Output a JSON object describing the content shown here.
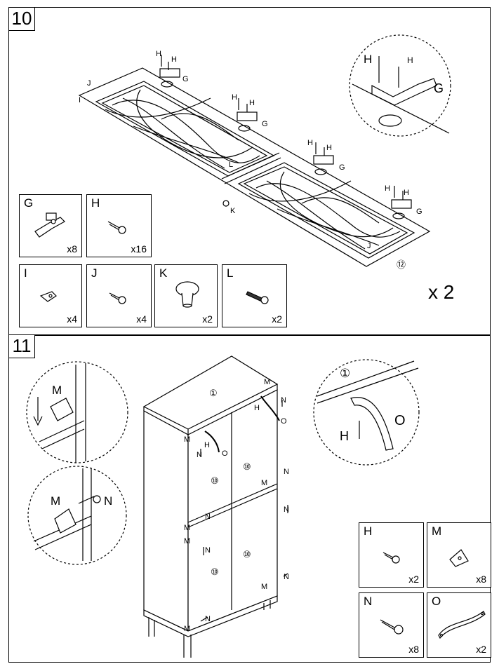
{
  "steps": [
    {
      "number": "10",
      "multiplier": "x 2"
    },
    {
      "number": "11"
    }
  ],
  "step10_parts": [
    {
      "letter": "G",
      "qty": "x8",
      "icon": "hinge-icon"
    },
    {
      "letter": "H",
      "qty": "x16",
      "icon": "screw-icon"
    },
    {
      "letter": "I",
      "qty": "x4",
      "icon": "plate-icon"
    },
    {
      "letter": "J",
      "qty": "x4",
      "icon": "screw-icon"
    },
    {
      "letter": "K",
      "qty": "x2",
      "icon": "knob-icon"
    },
    {
      "letter": "L",
      "qty": "x2",
      "icon": "bolt-icon"
    }
  ],
  "step11_parts": [
    {
      "letter": "H",
      "qty": "x2",
      "icon": "screw-icon"
    },
    {
      "letter": "M",
      "qty": "x8",
      "icon": "bracket-icon"
    },
    {
      "letter": "N",
      "qty": "x8",
      "icon": "screw-icon"
    },
    {
      "letter": "O",
      "qty": "x2",
      "icon": "handle-icon"
    }
  ],
  "labels": {
    "G": "G",
    "H": "H",
    "I": "I",
    "J": "J",
    "K": "K",
    "L": "L",
    "M": "M",
    "N": "N",
    "O": "O",
    "circ1": "①",
    "circ10": "⑩",
    "circ12": "⑫"
  }
}
